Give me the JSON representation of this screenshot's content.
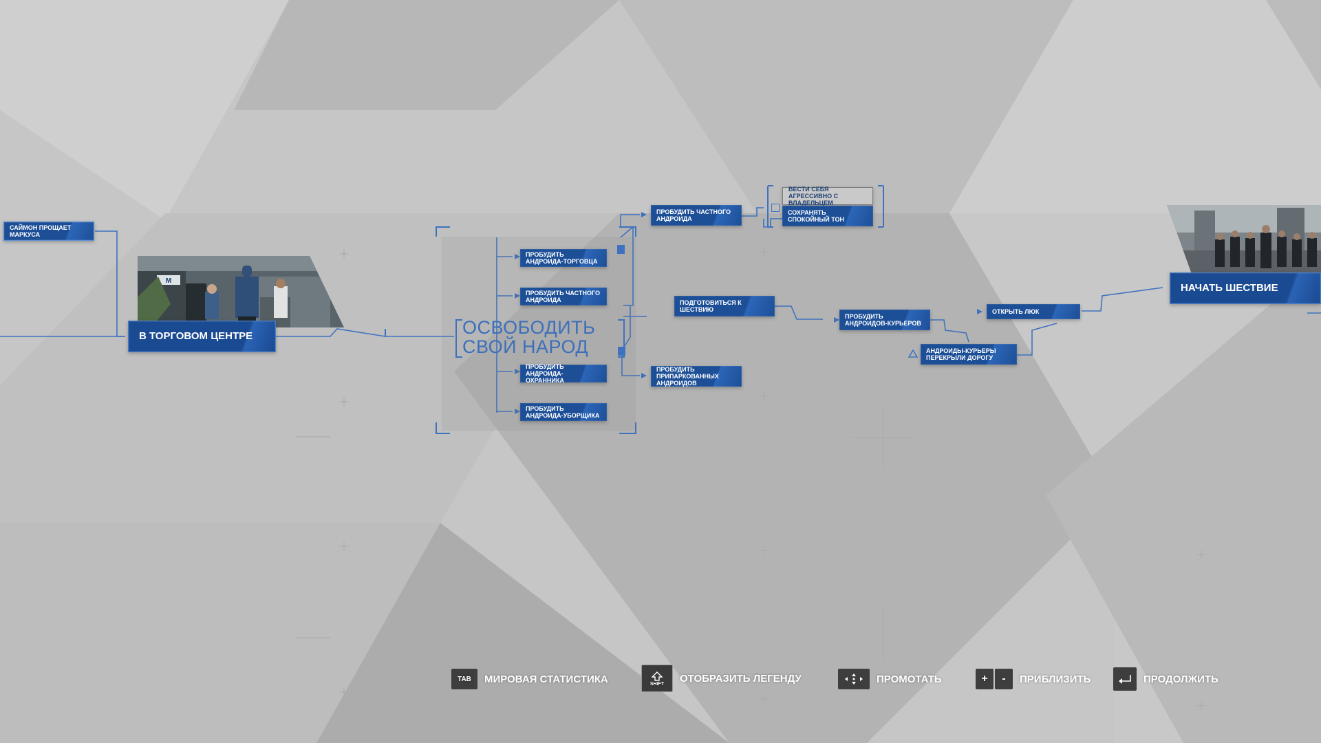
{
  "colors": {
    "background": "#c4c4c4",
    "node_blue": "#1d4f97",
    "wire_blue": "#3f72be",
    "title_blue": "#3c6fbb",
    "key_dark": "#3e3e3e"
  },
  "nodes": {
    "simon_forgives": "САЙМОН ПРОЩАЕТ МАРКУСА",
    "in_mall": "В ТОРГОВОМ ЦЕНТРЕ",
    "wake_merchant": "ПРОБУДИТЬ АНДРОИДА-ТОРГОВЦА",
    "wake_private_1": "ПРОБУДИТЬ ЧАСТНОГО АНДРОИДА",
    "wake_guard": "ПРОБУДИТЬ АНДРОИДА-ОХРАННИКА",
    "wake_cleaner": "ПРОБУДИТЬ АНДРОИДА-УБОРЩИКА",
    "wake_private_2": "ПРОБУДИТЬ ЧАСТНОГО АНДРОИДА",
    "behave_aggressive": "ВЕСТИ СЕБЯ АГРЕССИВНО С ВЛАДЕЛЬЦЕМ",
    "stay_calm": "СОХРАНЯТЬ СПОКОЙНЫЙ ТОН",
    "prepare_march": "ПОДГОТОВИТЬСЯ К ШЕСТВИЮ",
    "wake_parked": "ПРОБУДИТЬ ПРИПАРКОВАННЫХ АНДРОИДОВ",
    "wake_couriers": "ПРОБУДИТЬ АНДРОИДОВ-КУРЬЕРОВ",
    "couriers_blocked": "АНДРОИДЫ-КУРЬЕРЫ ПЕРЕКРЫЛИ ДОРОГУ",
    "open_hatch": "ОТКРЫТЬ ЛЮК",
    "start_march": "НАЧАТЬ ШЕСТВИЕ"
  },
  "scene_title": {
    "line1": "ОСВОБОДИТЬ",
    "line2": "СВОЙ НАРОД"
  },
  "thumbnails": {
    "mall_sign": "M"
  },
  "icons": {
    "branch": "arrow-right-icon",
    "unlocked": "lock-icon",
    "warning": "triangle-icon",
    "choice": "choice-icon"
  },
  "controls": {
    "tab_key": "TAB",
    "tab_label": "МИРОВАЯ СТАТИСТИКА",
    "shift_key": "SHIFT",
    "shift_label": "ОТОБРАЗИТЬ ЛЕГЕНДУ",
    "pan_label": "ПРОМОТАТЬ",
    "zoom_plus": "+",
    "zoom_minus": "-",
    "zoom_label": "ПРИБЛИЗИТЬ",
    "continue_label": "ПРОДОЛЖИТЬ"
  }
}
